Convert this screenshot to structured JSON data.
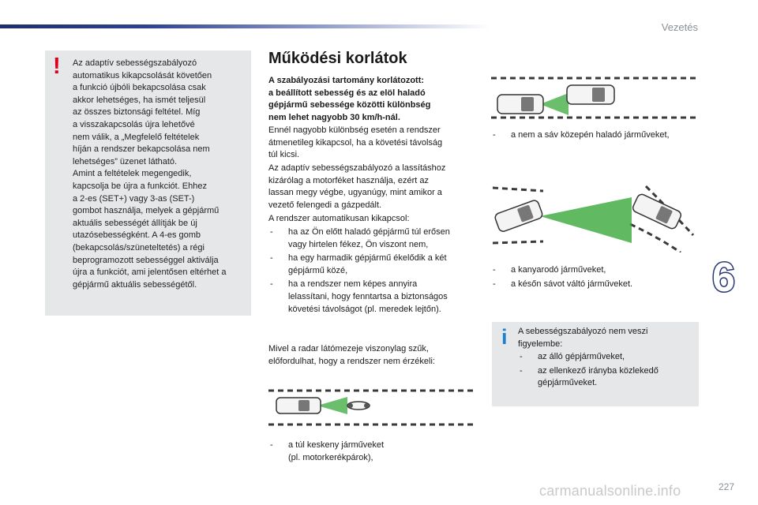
{
  "header": {
    "section_title": "Vezetés"
  },
  "warning_box": {
    "icon": "exclamation-icon",
    "icon_color": "#e1001a",
    "text": "Az adaptív sebességszabályozó\nautomatikus kikapcsolását követően\na funkció újbóli bekapcsolása csak\nakkor lehetséges, ha ismét teljesül\naz összes biztonsági feltétel. Míg\na visszakapcsolás újra lehetővé\nnem válik, a „Megfelelő feltételek\nhíján a rendszer bekapcsolása nem\nlehetséges” üzenet látható.\nAmint a feltételek megengedik,\nkapcsolja be újra a funkciót. Ehhez\na 2-es (SET+) vagy 3-as (SET-)\ngombot használja, melyek a gépjármű\naktuális sebességét állítják be új\nutazósebességként. A 4-es gomb\n(bekapcsolás/szüneteltetés) a régi\nbeprogramozott sebességgel aktiválja\nújra a funkciót, ami jelentősen eltérhet a\ngépjármű aktuális sebességétől."
  },
  "main": {
    "heading": "Működési korlátok",
    "bold_intro": "A szabályozási tartomány korlátozott:\na beállított sebesség és az elöl haladó\ngépjármű sebessége közötti különbség\nnem lehet nagyobb 30 km/h-nál.",
    "paragraph1": "Ennél nagyobb különbség esetén a rendszer\nátmenetileg kikapcsol, ha a követési távolság\ntúl kicsi.",
    "paragraph2": "Az adaptív sebességszabályozó a lassításhoz\nkizárólag a motorféket használja, ezért az\nlassan megy végbe, ugyanúgy, mint amikor a\nvezető felengedi a gázpedált.",
    "paragraph3": "A rendszer automatikusan kikapcsol:",
    "bullets": [
      "ha az Ön előtt haladó gépjármű túl erősen\nvagy hirtelen fékez, Ön viszont nem,",
      "ha egy harmadik gépjármű ékelődik a két\ngépjármű közé,",
      "ha a rendszer nem képes annyira\nlelassítani, hogy fenntartsa a biztonságos\nkövetési távolságot (pl. meredek lejtőn)."
    ],
    "radar_paragraph": "Mivel a radar látómezeje viszonylag szűk,\nelőfordulhat, hogy a rendszer nem érzékeli:",
    "radar_bullets": [
      "a túl keskeny járműveket\n(pl. motorkerékpárok),"
    ]
  },
  "right_column": {
    "bullets_top": [
      "a nem a sáv közepén haladó járműveket,"
    ],
    "bullets_middle": [
      "a kanyarodó járműveket,",
      "a későn sávot váltó járműveket."
    ]
  },
  "info_box": {
    "icon": "info-icon",
    "icon_color": "#1e7fd0",
    "intro": "A sebességszabályozó nem veszi\nfigyelembe:",
    "bullets": [
      "az álló gépjárműveket,",
      "az ellenkező irányba közlekedő\ngépjárműveket."
    ]
  },
  "chapter": {
    "number": "6",
    "color": "#2a3870"
  },
  "footer": {
    "page_number": "227",
    "watermark": "carmanualsonline.info"
  },
  "colors": {
    "radar_green": "#3aa83a",
    "box_gray": "#e6e7e9",
    "banner_blue": "#1e2f6e"
  }
}
